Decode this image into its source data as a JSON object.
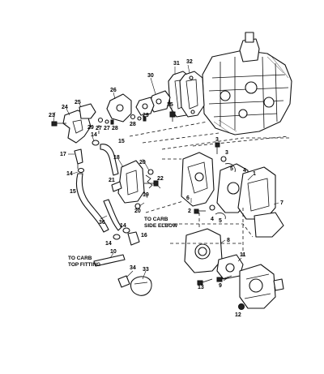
{
  "callouts": [
    {
      "id": "c1",
      "text": "1"
    },
    {
      "id": "c2",
      "text": "2"
    },
    {
      "id": "c3",
      "text": "3"
    },
    {
      "id": "c4",
      "text": "4"
    },
    {
      "id": "c5",
      "text": "5"
    },
    {
      "id": "c6",
      "text": "6"
    },
    {
      "id": "c7",
      "text": "7"
    },
    {
      "id": "c8",
      "text": "8"
    },
    {
      "id": "c9",
      "text": "9"
    },
    {
      "id": "c10",
      "text": "10"
    },
    {
      "id": "c11",
      "text": "11"
    },
    {
      "id": "c12",
      "text": "12"
    },
    {
      "id": "c13",
      "text": "13"
    },
    {
      "id": "c14a",
      "text": "14"
    },
    {
      "id": "c14b",
      "text": "14"
    },
    {
      "id": "c14c",
      "text": "14"
    },
    {
      "id": "c14d",
      "text": "14"
    },
    {
      "id": "c15a",
      "text": "15"
    },
    {
      "id": "c15b",
      "text": "15"
    },
    {
      "id": "c16",
      "text": "16"
    },
    {
      "id": "c17",
      "text": "17"
    },
    {
      "id": "c18",
      "text": "18"
    },
    {
      "id": "c19",
      "text": "19"
    },
    {
      "id": "c20a",
      "text": "20"
    },
    {
      "id": "c20b",
      "text": "20"
    },
    {
      "id": "c21",
      "text": "21"
    },
    {
      "id": "c22",
      "text": "22"
    },
    {
      "id": "c23",
      "text": "23"
    },
    {
      "id": "c24",
      "text": "24"
    },
    {
      "id": "c25",
      "text": "25"
    },
    {
      "id": "c26",
      "text": "26"
    },
    {
      "id": "c27a",
      "text": "27"
    },
    {
      "id": "c27b",
      "text": "27"
    },
    {
      "id": "c28a",
      "text": "28"
    },
    {
      "id": "c28b",
      "text": "28"
    },
    {
      "id": "c29a",
      "text": "29"
    },
    {
      "id": "c29b",
      "text": "29"
    },
    {
      "id": "c30",
      "text": "30"
    },
    {
      "id": "c31",
      "text": "31"
    },
    {
      "id": "c32",
      "text": "32"
    },
    {
      "id": "c33",
      "text": "33"
    },
    {
      "id": "c34",
      "text": "34"
    },
    {
      "id": "c35",
      "text": "35"
    },
    {
      "id": "c36",
      "text": "36"
    },
    {
      "id": "c3b",
      "text": "3"
    },
    {
      "id": "c5b",
      "text": "5"
    }
  ],
  "notes": {
    "carb_side_elbow_line1": "TO CARB",
    "carb_side_elbow_line2": "SIDE ELBOW",
    "carb_top_fitting_line1": "TO CARB",
    "carb_top_fitting_line2": "TOP FITTING"
  }
}
